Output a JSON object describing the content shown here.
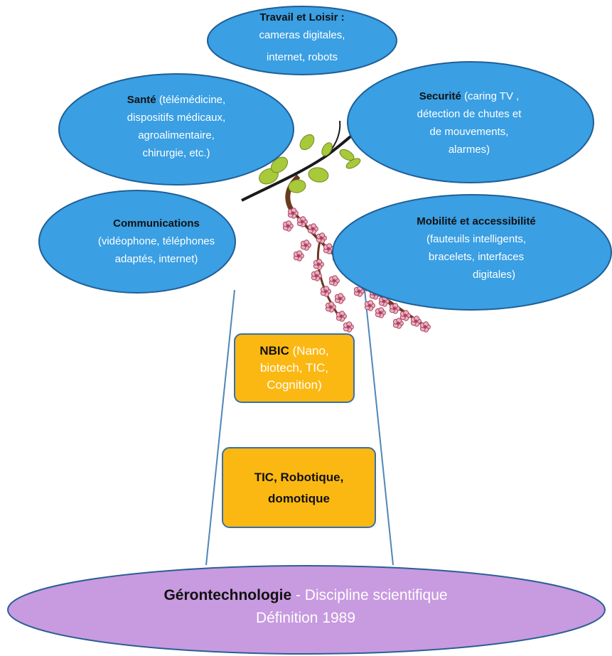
{
  "nodes": {
    "travail": {
      "title": "Travail et Loisir :",
      "lines": [
        "cameras digitales,",
        "internet, robots"
      ]
    },
    "sante": {
      "title": "Santé",
      "lines": [
        "(télémédicine,",
        "dispositifs  médicaux,",
        "agroalimentaire,",
        "chirurgie, etc.)"
      ]
    },
    "securite": {
      "title": "Securité",
      "lines": [
        "(caring TV ,",
        "détection de chutes et",
        "de mouvements,",
        "alarmes)"
      ]
    },
    "communications": {
      "title": "Communications",
      "lines": [
        "(vidéophone, téléphones",
        "adaptés, internet)"
      ]
    },
    "mobilite": {
      "title": "Mobilité et accessibilité",
      "lines": [
        "(fauteuils intelligents,",
        "bracelets, interfaces",
        "digitales)"
      ]
    },
    "nbic": {
      "title": "NBIC",
      "lines": [
        "(Nano,",
        "biotech, TIC,",
        "Cognition)"
      ]
    },
    "tic": {
      "lines": [
        "TIC, Robotique,",
        "domotique"
      ]
    },
    "base": {
      "title": "Gérontechnologie",
      "subtitle": "- Discipline scientifique",
      "line2": "Définition  1989"
    }
  },
  "colors": {
    "ellipse_fill": "#3a9fe3",
    "ellipse_stroke": "#1f5f96",
    "box_fill": "#fbb812",
    "box_stroke": "#3a6fa8",
    "base_fill": "#c89ae0",
    "base_stroke": "#2a5f94",
    "branch": "#1a1a1a",
    "leaf": "#a8c93a",
    "blossom": "#c45570"
  }
}
